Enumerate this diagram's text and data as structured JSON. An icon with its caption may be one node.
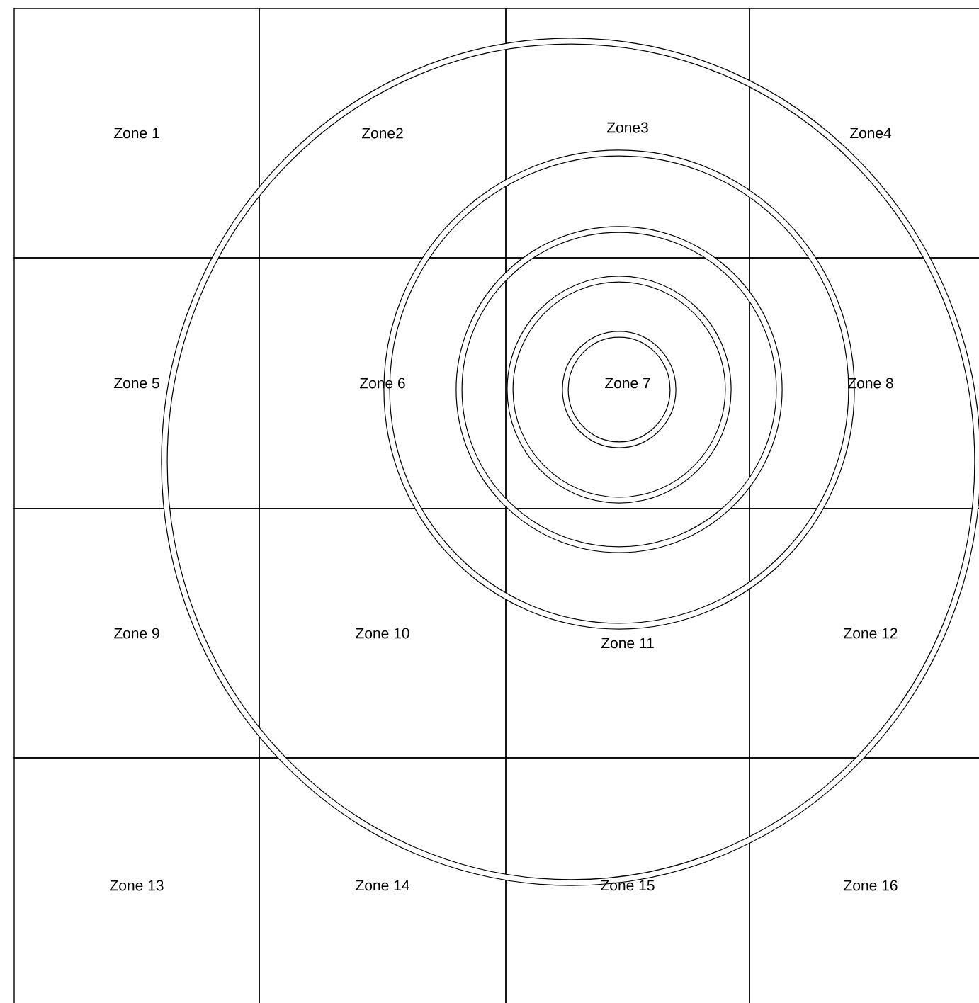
{
  "diagram": {
    "nodes": [
      {
        "text": [
          "Zone 1"
        ]
      },
      {
        "text": [
          "Zone2"
        ]
      },
      {
        "text": [
          "Zone3"
        ]
      },
      {
        "text": [
          "Zone4"
        ]
      },
      {
        "text": [
          "Zone 5"
        ]
      },
      {
        "text": [
          "Zone 6"
        ]
      },
      {
        "text": [
          "Zone 7"
        ]
      },
      {
        "text": [
          "Zone 8"
        ]
      },
      {
        "text": [
          "Zone 9"
        ]
      },
      {
        "text": [
          "Zone 10"
        ]
      },
      {
        "text": [
          "Zone 11"
        ]
      },
      {
        "text": [
          "Zone 12"
        ]
      },
      {
        "text": [
          "Zone 13"
        ]
      },
      {
        "text": [
          "Zone 14"
        ]
      },
      {
        "text": [
          "Zone 15"
        ]
      },
      {
        "text": [
          "Zone 16"
        ]
      }
    ]
  }
}
